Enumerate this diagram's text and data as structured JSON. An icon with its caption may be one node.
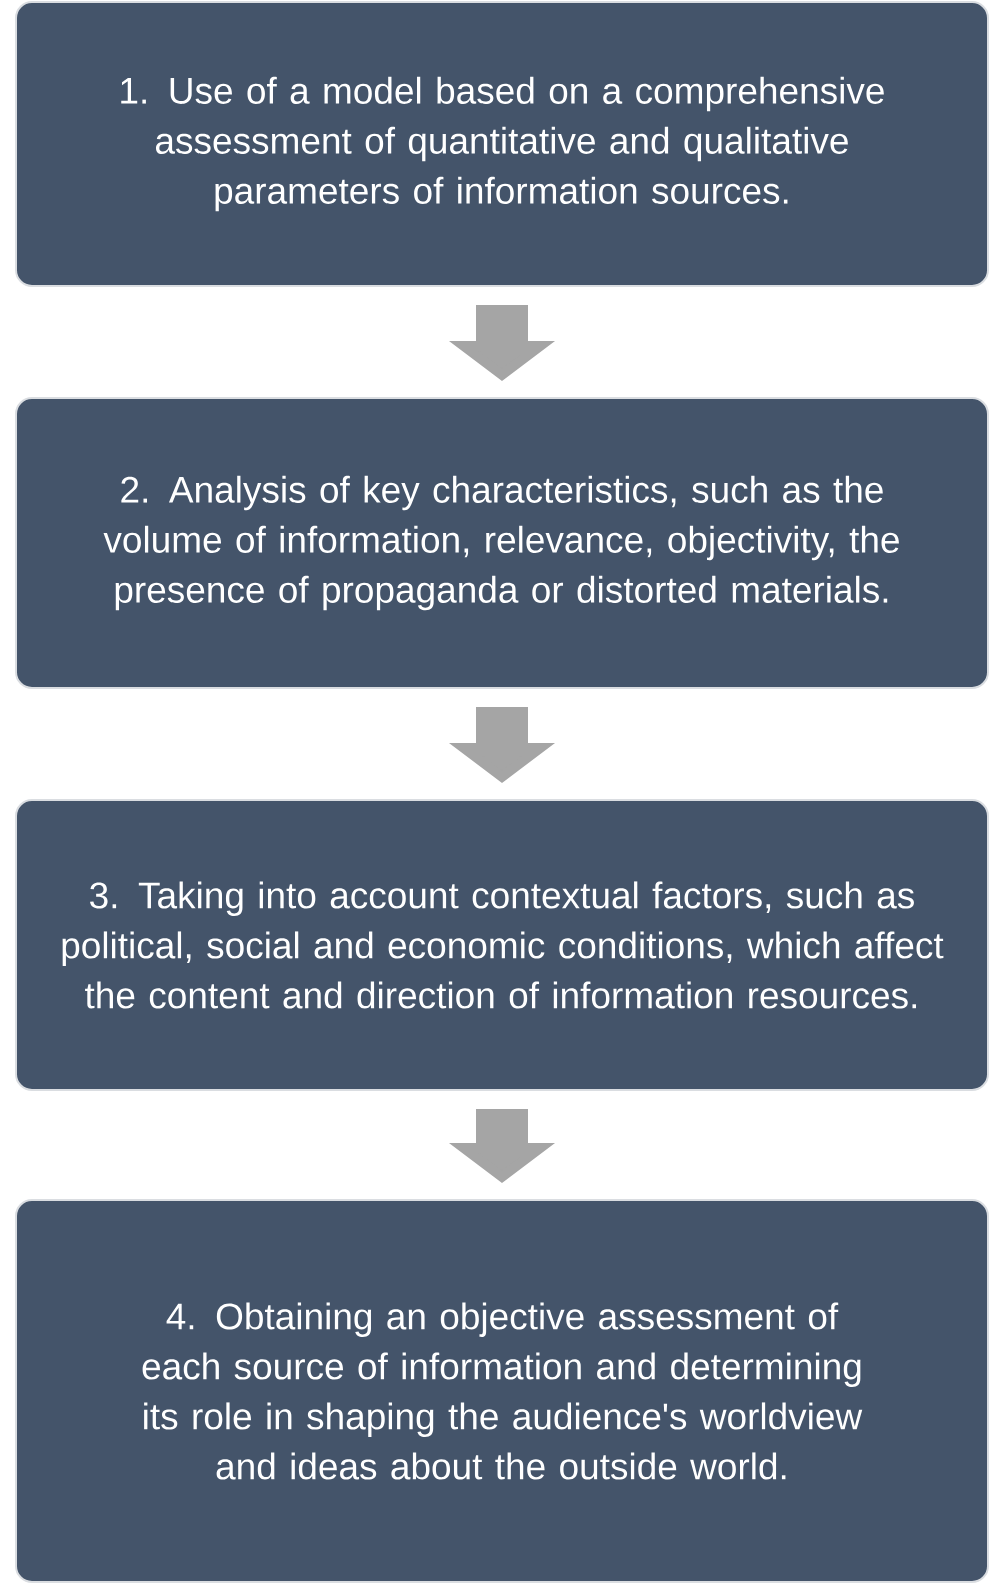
{
  "diagram": {
    "nodes": [
      {
        "text": [
          "1. Use of a model based on a comprehensive assessment of quantitative and qualitative parameters of information sources."
        ]
      },
      {
        "text": [
          "2. Analysis of key characteristics, such as the volume of information, relevance, objectivity, the presence of propaganda or distorted materials."
        ]
      },
      {
        "text": [
          "3. Taking into account contextual factors, such as political, social and economic conditions, which affect the content and direction of information resources."
        ]
      },
      {
        "text": [
          "4. Obtaining an objective assessment of each source of information and determining its role in shaping the audience's worldview and ideas about the outside world."
        ]
      }
    ],
    "edges": [
      {
        "from": 0,
        "to": 1,
        "arrow": "to"
      },
      {
        "from": 1,
        "to": 2,
        "arrow": "to"
      },
      {
        "from": 2,
        "to": 3,
        "arrow": "to"
      }
    ]
  }
}
